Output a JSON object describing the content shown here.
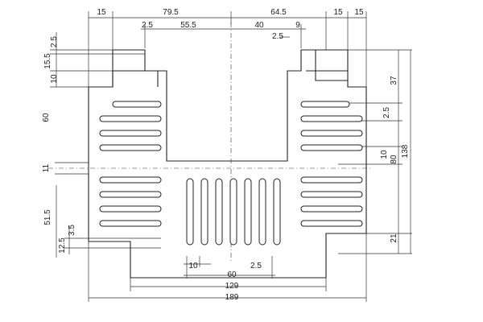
{
  "drawing": {
    "top_dims": {
      "d15_left": "15",
      "d79_5": "79.5",
      "d64_5": "64.5",
      "d15_r1": "15",
      "d15_r2": "15"
    },
    "upper_dims": {
      "d2_5_a": "2.5",
      "d55_5": "55.5",
      "d40": "40",
      "d9": "9",
      "d2_5_b": "2.5"
    },
    "left_dims": {
      "d2_5": "2.5",
      "d15_5": "15.5",
      "d10": "10",
      "d60": "60",
      "d11": "11",
      "d51_5": "51.5",
      "d3_5": "3.5",
      "d12_5": "12.5"
    },
    "right_dims": {
      "d37": "37",
      "d2_5": "2.5",
      "d10": "10",
      "d80": "80",
      "d138": "138",
      "d21": "21"
    },
    "bottom_dims": {
      "d10": "10",
      "d60": "60",
      "d2_5": "2.5",
      "d129": "129",
      "d189": "189"
    }
  }
}
